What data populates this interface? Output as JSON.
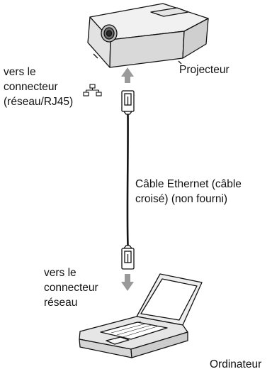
{
  "labels": {
    "projector_connector_text": "vers le\nconnecteur\n(réseau/RJ45)",
    "projector": "Projecteur",
    "cable": "Câble Ethernet (câble\ncroisé) (non fourni)",
    "computer_connector_text": "vers le\nconnecteur\nréseau",
    "computer": "Ordinateur"
  },
  "icons": {
    "network_port": "network-port-icon",
    "arrow": "arrow-icon",
    "plug": "rj45-plug-icon"
  },
  "colors": {
    "line": "#111111",
    "device_top": "#f1f1f1",
    "device_side": "#d9d9d9",
    "arrow": "#9a9a9a"
  }
}
